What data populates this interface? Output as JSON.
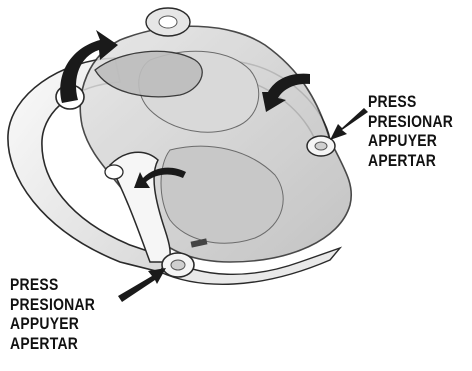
{
  "instruction_right": {
    "lines": [
      "PRESS",
      "PRESIONAR",
      "APPUYER",
      "APERTAR"
    ]
  },
  "instruction_left": {
    "lines": [
      "PRESS",
      "PRESIONAR",
      "APPUYER",
      "APERTAR"
    ]
  },
  "colors": {
    "outline": "#2a2a2a",
    "seat_fill": "#cfcfcf",
    "frame_fill": "#f2f2f2",
    "arrow_fill": "#1a1a1a"
  },
  "icons": [
    "rotate-arrow-icon",
    "press-arrow-icon"
  ]
}
